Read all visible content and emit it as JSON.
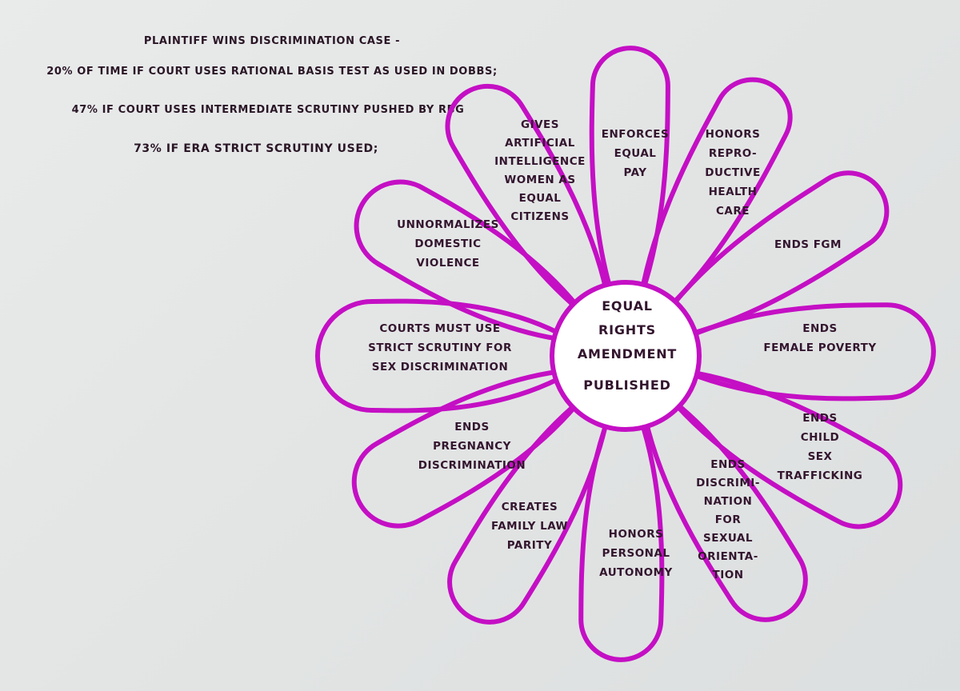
{
  "header": {
    "line1": "PLAINTIFF WINS DISCRIMINATION CASE -",
    "line2": "20% OF TIME IF COURT USES RATIONAL BASIS TEST AS USED IN DOBBS;",
    "line3": "47% IF COURT USES INTERMEDIATE SCRUTINY PUSHED BY RBG",
    "line4": "73% IF ERA STRICT SCRUTINY USED;"
  },
  "center": {
    "lines": [
      "EQUAL",
      "RIGHTS",
      "AMENDMENT",
      "PUBLISHED"
    ]
  },
  "petals": [
    {
      "name": "enforces-equal-pay",
      "lines": [
        "ENFORCES",
        "EQUAL",
        "PAY"
      ]
    },
    {
      "name": "honors-reproductive-health-care",
      "lines": [
        "HONORS",
        "REPRO-",
        "DUCTIVE",
        "HEALTH",
        "CARE"
      ]
    },
    {
      "name": "ends-fgm",
      "lines": [
        "ENDS FGM"
      ]
    },
    {
      "name": "ends-female-poverty",
      "lines": [
        "ENDS",
        "FEMALE POVERTY"
      ]
    },
    {
      "name": "ends-child-sex-trafficking",
      "lines": [
        "ENDS",
        "CHILD",
        "SEX",
        "TRAFFICKING"
      ]
    },
    {
      "name": "ends-discrimination-sexual-orientation",
      "lines": [
        "ENDS",
        "DISCRIMI-",
        "NATION",
        "FOR",
        "SEXUAL",
        "ORIENTA-",
        "TION"
      ]
    },
    {
      "name": "honors-personal-autonomy",
      "lines": [
        "HONORS",
        "PERSONAL",
        "AUTONOMY"
      ]
    },
    {
      "name": "creates-family-law-parity",
      "lines": [
        "CREATES",
        "FAMILY LAW",
        "PARITY"
      ]
    },
    {
      "name": "ends-pregnancy-discrimination",
      "lines": [
        "ENDS",
        "PREGNANCY",
        "DISCRIMINATION"
      ]
    },
    {
      "name": "courts-strict-scrutiny",
      "lines": [
        "COURTS MUST USE",
        "STRICT SCRUTINY FOR",
        "SEX DISCRIMINATION"
      ]
    },
    {
      "name": "unnormalizes-domestic-violence",
      "lines": [
        "UNNORMALIZES",
        "DOMESTIC",
        "VIOLENCE"
      ]
    },
    {
      "name": "gives-ai-women-equal-citizens",
      "lines": [
        "GIVES",
        "ARTIFICIAL",
        "INTELLIGENCE",
        "WOMEN AS",
        "EQUAL",
        "CITIZENS"
      ]
    }
  ],
  "colors": {
    "petal_outline": "#c40fc4",
    "text": "#33152e",
    "center_fill": "#ffffff"
  }
}
